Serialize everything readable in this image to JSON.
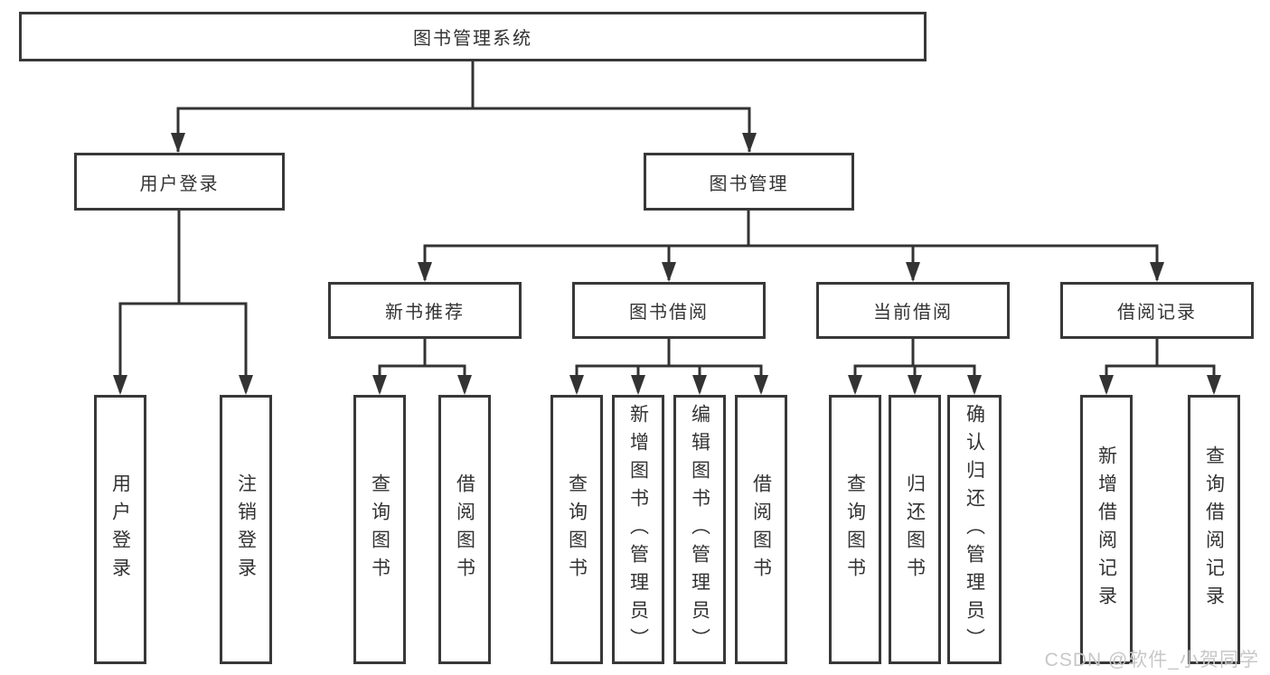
{
  "tree": {
    "root": {
      "label": "图书管理系统",
      "children": [
        {
          "label": "用户登录",
          "children": [
            {
              "label": "用户登录"
            },
            {
              "label": "注销登录"
            }
          ]
        },
        {
          "label": "图书管理",
          "children": [
            {
              "label": "新书推荐",
              "children": [
                {
                  "label": "查询图书"
                },
                {
                  "label": "借阅图书"
                }
              ]
            },
            {
              "label": "图书借阅",
              "children": [
                {
                  "label": "查询图书"
                },
                {
                  "label": "新增图书（管理员）"
                },
                {
                  "label": "编辑图书（管理员）"
                },
                {
                  "label": "借阅图书"
                }
              ]
            },
            {
              "label": "当前借阅",
              "children": [
                {
                  "label": "查询图书"
                },
                {
                  "label": "归还图书"
                },
                {
                  "label": "确认归还（管理员）"
                }
              ]
            },
            {
              "label": "借阅记录",
              "children": [
                {
                  "label": "新增借阅记录"
                },
                {
                  "label": "查询借阅记录"
                }
              ]
            }
          ]
        }
      ]
    }
  },
  "watermark": {
    "text": "CSDN @软件_小贺同学"
  },
  "colors": {
    "line": "#333333",
    "box_border": "#383838",
    "text": "#333333",
    "watermark_text": "#c7c7c7",
    "background": "#ffffff"
  }
}
